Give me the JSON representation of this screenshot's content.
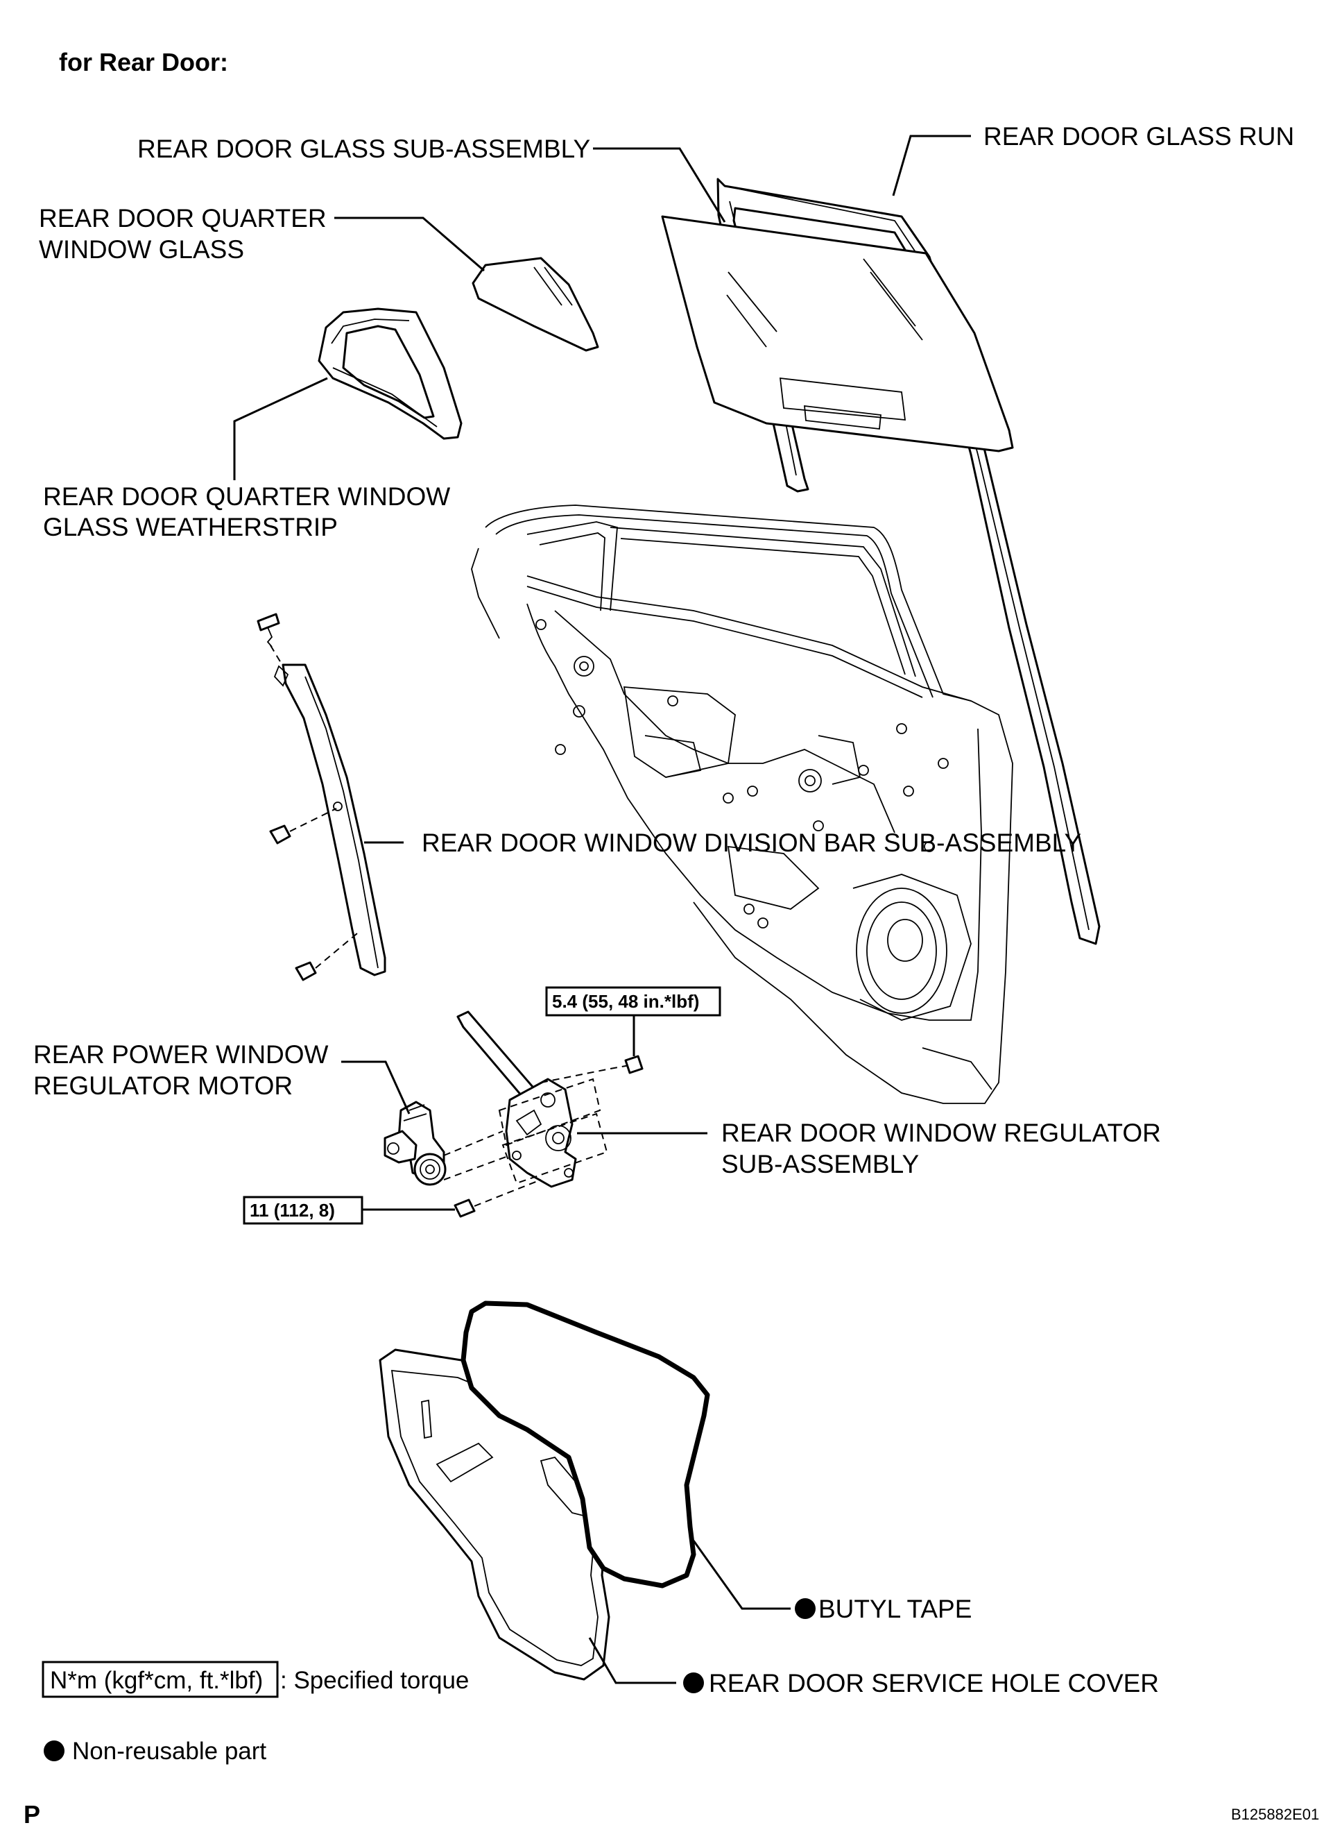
{
  "header": "for Rear Door:",
  "labels": {
    "glass_run": "REAR DOOR GLASS RUN",
    "glass_sub_assembly": "REAR DOOR GLASS SUB-ASSEMBLY",
    "quarter_window_glass_1": "REAR DOOR QUARTER",
    "quarter_window_glass_2": "WINDOW GLASS",
    "quarter_weatherstrip_1": "REAR DOOR QUARTER WINDOW",
    "quarter_weatherstrip_2": "GLASS WEATHERSTRIP",
    "division_bar": "REAR DOOR WINDOW DIVISION BAR SUB-ASSEMBLY",
    "regulator_motor_1": "REAR POWER WINDOW",
    "regulator_motor_2": "REGULATOR MOTOR",
    "regulator_sub_assembly_1": "REAR DOOR WINDOW REGULATOR",
    "regulator_sub_assembly_2": "SUB-ASSEMBLY",
    "butyl_tape": "BUTYL TAPE",
    "service_hole_cover": "REAR DOOR SERVICE HOLE COVER"
  },
  "torques": {
    "regulator_bolt": "5.4 (55, 48 in.*lbf)",
    "motor_bolt": "11 (112, 8)"
  },
  "legend": {
    "torque_box": "N*m (kgf*cm, ft.*lbf)",
    "torque_desc": ": Specified torque",
    "nonreusable": "Non-reusable part"
  },
  "footer": {
    "left_mark": "P",
    "figure_id": "B125882E01"
  }
}
